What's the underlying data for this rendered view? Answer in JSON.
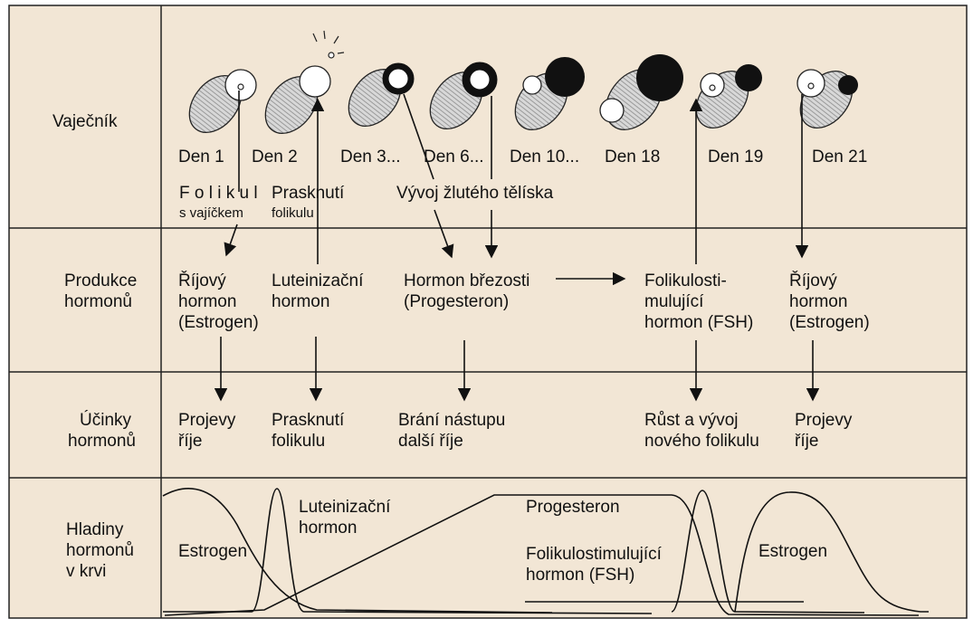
{
  "colors": {
    "background": "#f2e6d5",
    "ink": "#111111"
  },
  "rows": {
    "ovary": "Vaječník",
    "production": [
      "Produkce",
      "hormonů"
    ],
    "effects": [
      "Účinky",
      "hormonů"
    ],
    "levels": [
      "Hladiny",
      "hormonů",
      "v krvi"
    ]
  },
  "days": [
    "Den 1",
    "Den 2",
    "Den 3...",
    "Den 6...",
    "Den 10...",
    "Den 18",
    "Den 19",
    "Den 21"
  ],
  "events": {
    "follicle": [
      "F o l i k u l",
      "s vajíčkem"
    ],
    "rupture": [
      "Prasknutí",
      "folikulu"
    ],
    "corpus": "Vývoj žlutého tělíska"
  },
  "hormones": {
    "estrogen1": [
      "Říjový",
      "hormon",
      "(Estrogen)"
    ],
    "lh": [
      "Luteinizační",
      "hormon"
    ],
    "progesterone": [
      "Hormon březosti",
      "(Progesteron)"
    ],
    "fsh": [
      "Folikulosti-",
      "mulující",
      "hormon (FSH)"
    ],
    "estrogen2": [
      "Říjový",
      "hormon",
      "(Estrogen)"
    ]
  },
  "effects": {
    "e1": [
      "Projevy",
      "říje"
    ],
    "e2": [
      "Prasknutí",
      "folikulu"
    ],
    "e3": [
      "Brání nástupu",
      "další říje"
    ],
    "e4": [
      "Růst a vývoj",
      "nového folikulu"
    ],
    "e5": [
      "Projevy",
      "říje"
    ]
  },
  "curves": {
    "estrogen_left": "Estrogen",
    "lh": [
      "Luteinizační",
      "hormon"
    ],
    "progesterone": "Progesteron",
    "fsh": [
      "Folikulostimulující",
      "hormon (FSH)"
    ],
    "estrogen_right": "Estrogen"
  }
}
